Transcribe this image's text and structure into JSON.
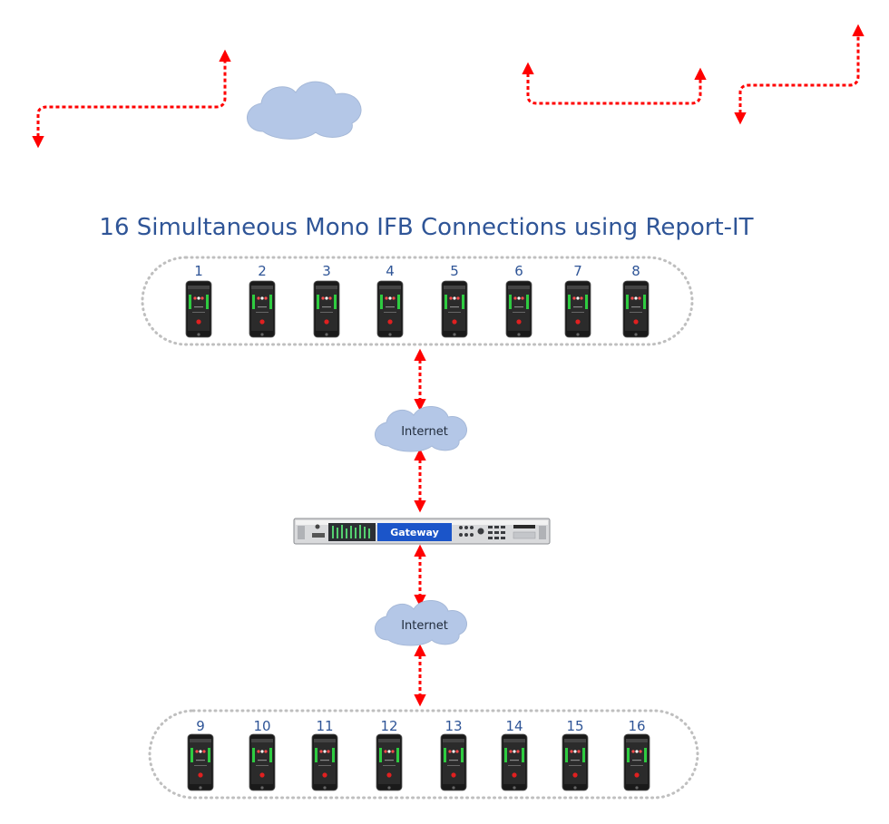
{
  "title": "16 Simultaneous Mono IFB Connections using Report-IT",
  "group_top": {
    "labels": [
      "1",
      "2",
      "3",
      "4",
      "5",
      "6",
      "7",
      "8"
    ]
  },
  "group_bottom": {
    "labels": [
      "9",
      "10",
      "11",
      "12",
      "13",
      "14",
      "15",
      "16"
    ]
  },
  "clouds": [
    {
      "label": "Internet"
    },
    {
      "label": "Internet"
    }
  ],
  "gateway": {
    "display": "Gateway"
  },
  "colors": {
    "arrow": "#ff0000",
    "title": "#2f5597",
    "cloud": "#b4c7e7",
    "dotted_border": "#bfbfbf"
  },
  "icons": [
    "smartphone-icon",
    "cloud-icon",
    "codec-unit-icon",
    "bidirectional-arrow-icon"
  ]
}
